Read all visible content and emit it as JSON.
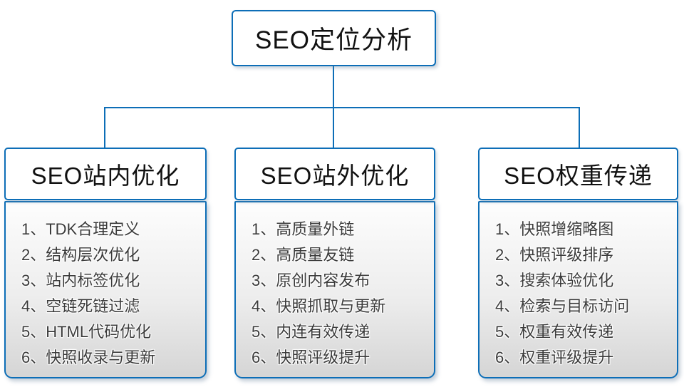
{
  "diagram": {
    "type": "org-tree",
    "colors": {
      "connector_and_border_blue": "#0d6eb7",
      "body_gradient_top": "#fdfdfd",
      "body_gradient_bottom": "#d5d5d5",
      "title_text": "#111111",
      "item_text": "#3b3b3b",
      "background": "#ffffff"
    },
    "root": {
      "title": "SEO定位分析"
    },
    "columns": [
      {
        "title": "SEO站内优化",
        "items": [
          "1、TDK合理定义",
          "2、结构层次优化",
          "3、站内标签优化",
          "4、空链死链过滤",
          "5、HTML代码优化",
          "6、快照收录与更新"
        ]
      },
      {
        "title": "SEO站外优化",
        "items": [
          "1、高质量外链",
          "2、高质量友链",
          "3、原创内容发布",
          "4、快照抓取与更新",
          "5、内连有效传递",
          "6、快照评级提升"
        ]
      },
      {
        "title": "SEO权重传递",
        "items": [
          "1、快照增缩略图",
          "2、快照评级排序",
          "3、搜索体验优化",
          "4、检索与目标访问",
          "5、权重有效传递",
          "6、权重评级提升"
        ]
      }
    ]
  }
}
